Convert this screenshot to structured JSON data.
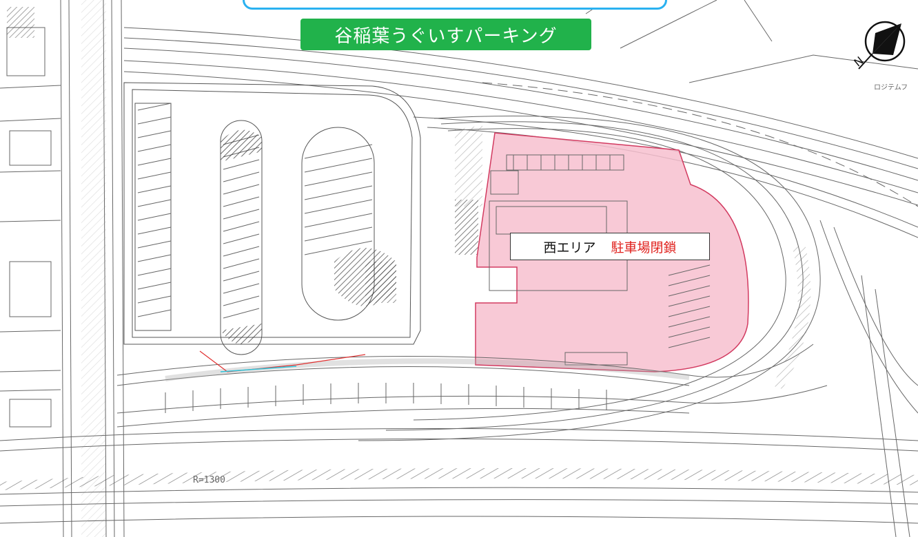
{
  "map_title": "谷稲葉うぐいすパーキング",
  "closure": {
    "area_name": "西エリア",
    "status": "駐車場閉鎖",
    "fill_color": "#f7c0cf",
    "outline_color": "#d23a60"
  },
  "north_arrow": {
    "label": "N"
  },
  "drawing_labels": {
    "radius": "R=1300",
    "company": "ロジテムフ"
  },
  "colors": {
    "title_bg": "#21b24b",
    "banner_border": "#2ab1f0",
    "closed_text": "#e0211d",
    "linework": "#555555"
  }
}
